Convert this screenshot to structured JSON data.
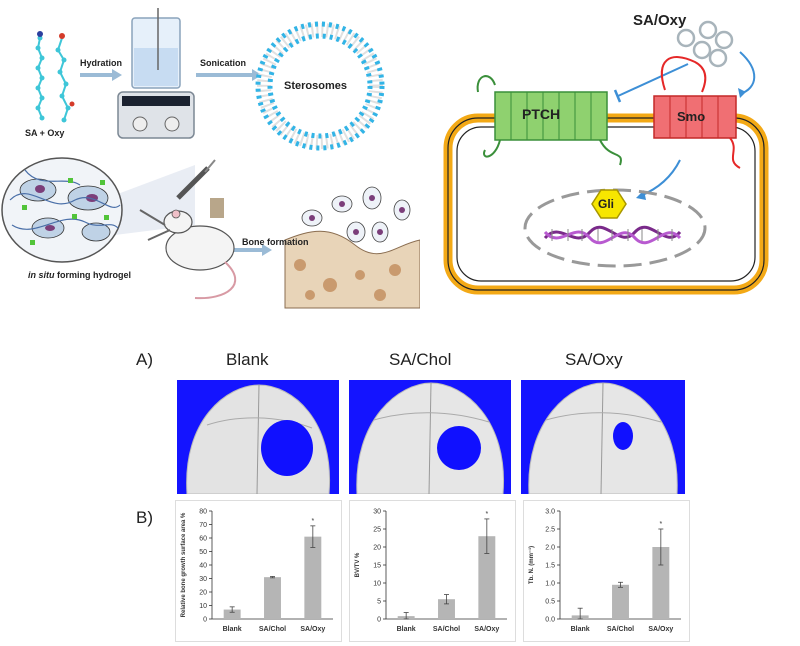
{
  "top_left": {
    "step_hydration": "Hydration",
    "step_sonication": "Sonication",
    "vesicle_label": "Sterosomes",
    "molecule_label": "SA + Oxy",
    "hydrogel_label_italic": "in situ",
    "hydrogel_label_rest": " forming hydrogel",
    "bone_formation_label": "Bone formation"
  },
  "top_right": {
    "drug_label": "SA/Oxy",
    "receptor_ptch": "PTCH",
    "receptor_smo": "Smo",
    "transcription_factor": "Gli"
  },
  "panel_a": {
    "label": "A)",
    "titles": [
      "Blank",
      "SA/Chol",
      "SA/Oxy"
    ]
  },
  "panel_b": {
    "label": "B)"
  },
  "chart_data": [
    {
      "type": "bar",
      "categories": [
        "Blank",
        "SA/Chol",
        "SA/Oxy"
      ],
      "values": [
        7,
        31,
        61
      ],
      "errors": [
        2,
        0.5,
        8
      ],
      "ylabel": "Relative bone growth surface area %",
      "ylim": [
        0,
        80
      ],
      "yticks": [
        "0",
        "10",
        "20",
        "30",
        "40",
        "50",
        "60",
        "70",
        "80"
      ],
      "annotation": "*"
    },
    {
      "type": "bar",
      "categories": [
        "Blank",
        "SA/Chol",
        "SA/Oxy"
      ],
      "values": [
        0.8,
        5.5,
        23
      ],
      "errors": [
        1.0,
        1.3,
        4.8
      ],
      "ylabel": "BV/TV %",
      "ylim": [
        0,
        30
      ],
      "yticks": [
        "0",
        "5",
        "10",
        "15",
        "20",
        "25",
        "30"
      ],
      "annotation": "*"
    },
    {
      "type": "bar",
      "categories": [
        "Blank",
        "SA/Chol",
        "SA/Oxy"
      ],
      "values": [
        0.1,
        0.95,
        2.0
      ],
      "errors": [
        0.2,
        0.07,
        0.5
      ],
      "ylabel": "Tb. N. (mm⁻¹)",
      "ylim": [
        0,
        3
      ],
      "yticks": [
        "0.0",
        "0.5",
        "1.0",
        "1.5",
        "2.0",
        "2.5",
        "3.0"
      ],
      "annotation": "*"
    }
  ]
}
